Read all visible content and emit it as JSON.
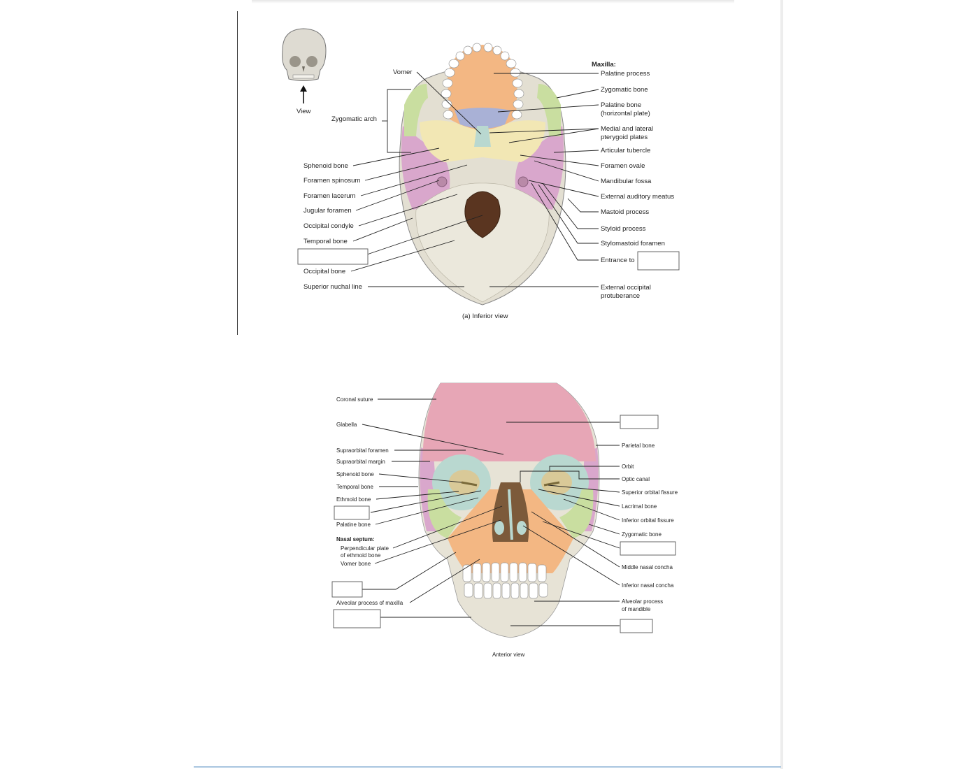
{
  "inferior": {
    "title": "(a) Inferior view",
    "thumb_label": "View",
    "left_labels": [
      "Zygomatic arch",
      "Sphenoid bone",
      "Foramen spinosum",
      "Foramen lacerum",
      "Jugular foramen",
      "Occipital condyle",
      "Temporal bone",
      "Occipital bone",
      "Superior nuchal line"
    ],
    "vomer": "Vomer",
    "maxilla_header": "Maxilla:",
    "right_labels": [
      "Palatine process",
      "Zygomatic bone",
      "Palatine bone",
      "(horizontal plate)",
      "Medial and lateral",
      "pterygoid plates",
      "Articular tubercle",
      "Foramen ovale",
      "Mandibular fossa",
      "External auditory meatus",
      "Mastoid process",
      "Styloid process",
      "Stylomastoid  foramen",
      "Entrance to",
      "External occipital",
      "protuberance"
    ]
  },
  "anterior": {
    "title": "Anterior view",
    "left_labels": [
      "Coronal suture",
      "Glabella",
      "Supraorbital foramen",
      "Supraorbital margin",
      "Sphenoid bone",
      "Temporal bone",
      "Ethmoid bone",
      "Palatine bone",
      "Nasal septum:",
      "Perpendicular plate",
      "of ethmoid bone",
      "Vomer bone",
      "Alveolar process of maxilla"
    ],
    "right_labels": [
      "Parietal bone",
      "Orbit",
      "Optic canal",
      "Superior orbital fissure",
      "Lacrimal bone",
      "Inferior orbital fissure",
      "Zygomatic bone",
      "Middle nasal concha",
      "Inferior nasal concha",
      "Alveolar process",
      "of mandible"
    ]
  },
  "colors": {
    "maxilla": "#f3b783",
    "zygomatic": "#c9dea0",
    "palatine": "#a9b1d6",
    "sphenoid": "#f2e7b4",
    "temporal": "#d9a7cc",
    "occipital": "#e9e5d8",
    "frontal": "#e7a6b6",
    "ethmoid": "#b9d8d0",
    "mandible": "#e7e3d6"
  }
}
